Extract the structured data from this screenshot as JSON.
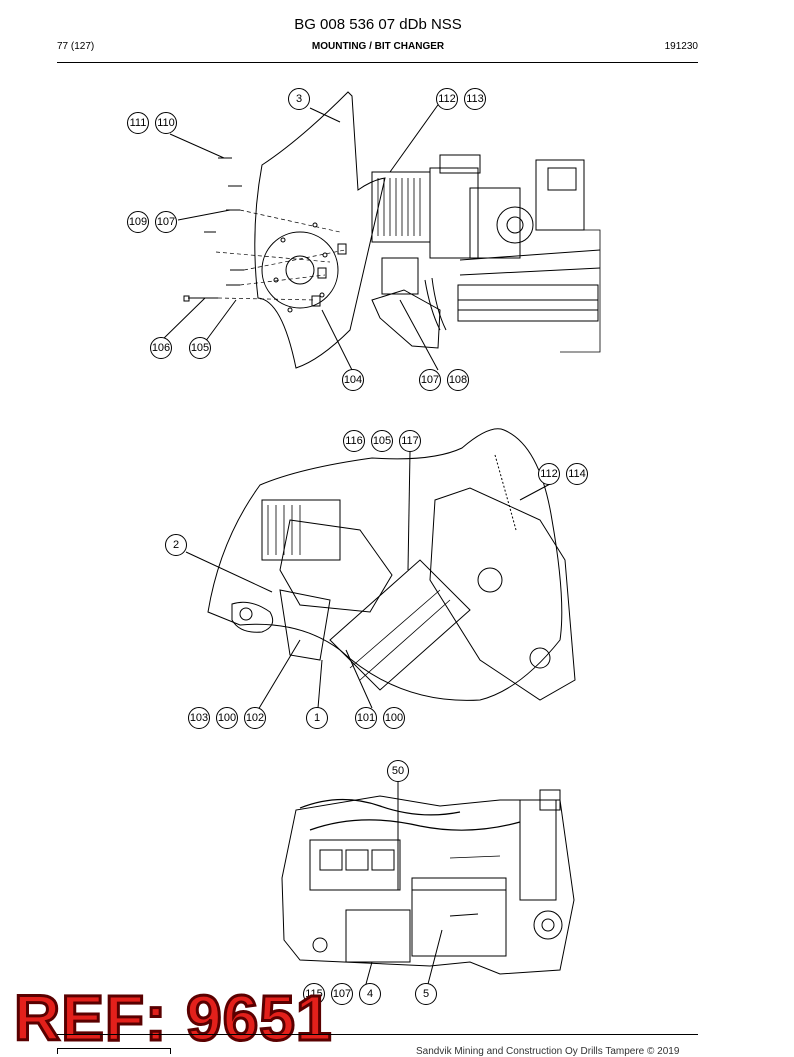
{
  "header": {
    "title": "BG 008 536 07 dDb NSS",
    "page": "77 (127)",
    "section": "MOUNTING / BIT CHANGER",
    "code": "191230"
  },
  "callouts": {
    "c3": "3",
    "c112a": "112",
    "c113": "113",
    "c111": "111",
    "c110": "110",
    "c109": "109",
    "c107a": "107",
    "c106": "106",
    "c105a": "105",
    "c104": "104",
    "c107b": "107",
    "c108": "108",
    "c116": "116",
    "c105b": "105",
    "c117": "117",
    "c112b": "112",
    "c114": "114",
    "c2": "2",
    "c103": "103",
    "c100a": "100",
    "c102": "102",
    "c1": "1",
    "c101": "101",
    "c100b": "100",
    "c50": "50",
    "c115": "115",
    "c107c": "107",
    "c4": "4",
    "c5": "5"
  },
  "stamp": {
    "text": "REF: 9651"
  },
  "footer": {
    "copyright": "Sandvik Mining and Construction Oy Drills Tampere © 2019"
  },
  "colors": {
    "stamp_fill": "#e3201b",
    "ink": "#000000"
  }
}
